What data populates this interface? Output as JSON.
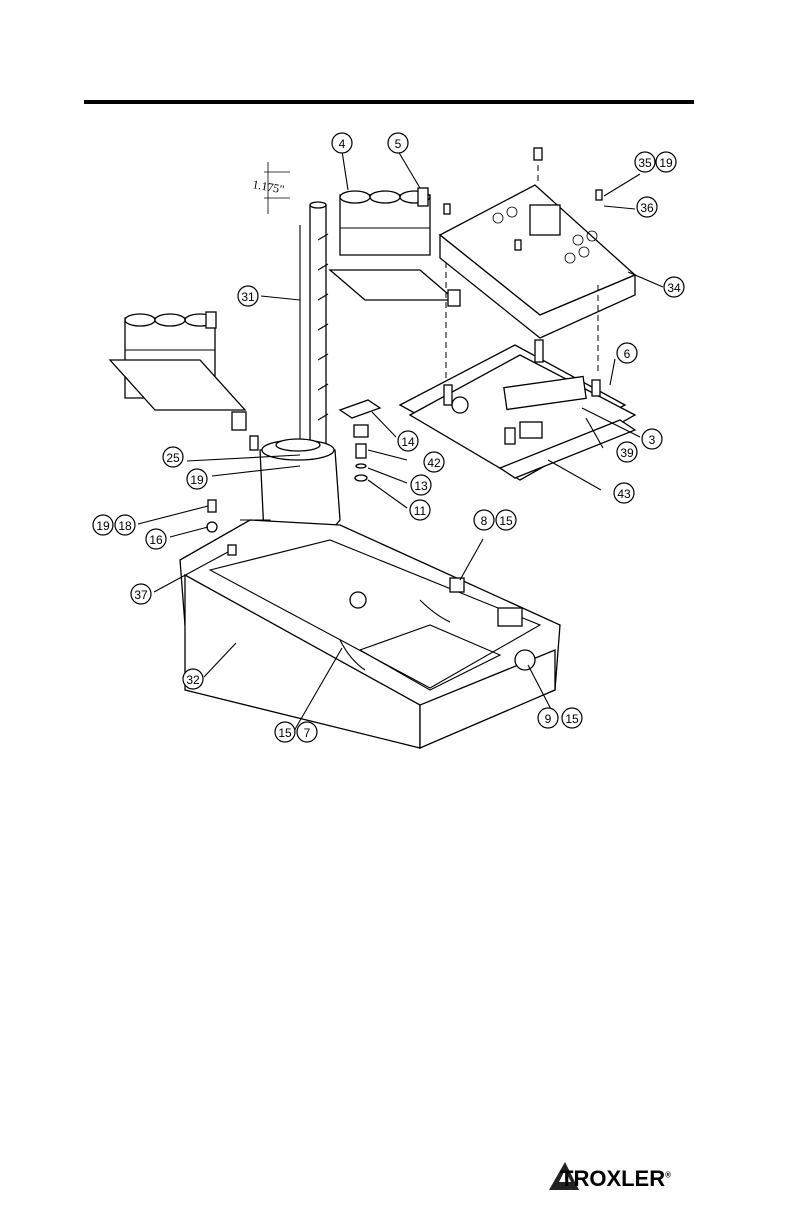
{
  "dimension": {
    "value": "1.175\""
  },
  "callouts": [
    {
      "label": "4"
    },
    {
      "label": "5"
    },
    {
      "label": "35"
    },
    {
      "label": "19"
    },
    {
      "label": "36"
    },
    {
      "label": "34"
    },
    {
      "label": "31"
    },
    {
      "label": "6"
    },
    {
      "label": "14"
    },
    {
      "label": "3"
    },
    {
      "label": "25"
    },
    {
      "label": "42"
    },
    {
      "label": "39"
    },
    {
      "label": "19"
    },
    {
      "label": "13"
    },
    {
      "label": "43"
    },
    {
      "label": "11"
    },
    {
      "label": "19"
    },
    {
      "label": "18"
    },
    {
      "label": "16"
    },
    {
      "label": "8"
    },
    {
      "label": "15"
    },
    {
      "label": "37"
    },
    {
      "label": "32"
    },
    {
      "label": "9"
    },
    {
      "label": "15"
    },
    {
      "label": "15"
    },
    {
      "label": "7"
    }
  ],
  "logo": {
    "text": "TROXLER",
    "mark": "®"
  }
}
